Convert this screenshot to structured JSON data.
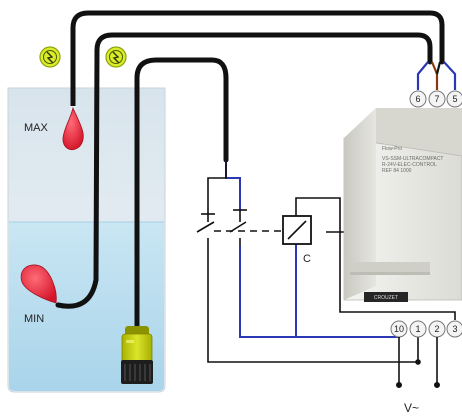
{
  "labels": {
    "max": "MAX",
    "min": "MIN",
    "contactor": "C",
    "supply": "V~"
  },
  "terminals_top": [
    "6",
    "7",
    "5"
  ],
  "terminals_bottom": [
    "10",
    "1",
    "2",
    "3"
  ],
  "device": {
    "name": "Flow-Pro",
    "spec_line1": "VS-SSM-ULTRACOMPACT",
    "spec_line2": "R-24V-ELEC-CONTROL",
    "spec_line3": "REF 84 1000",
    "brand": "CROUZET"
  },
  "icons": {
    "float_sensor": "float-switch-icon",
    "pump": "submersible-pump-icon",
    "float_status": "float-status-badge-icon"
  },
  "colors": {
    "water": "#bfe0ef",
    "tank_air": "#e6eef4",
    "float": "#e8293c",
    "pump": "#c8d400",
    "cable_black": "#111111",
    "cable_blue": "#2c37b4",
    "cable_brown": "#8a3a10",
    "badge": "#d9ec2a"
  }
}
